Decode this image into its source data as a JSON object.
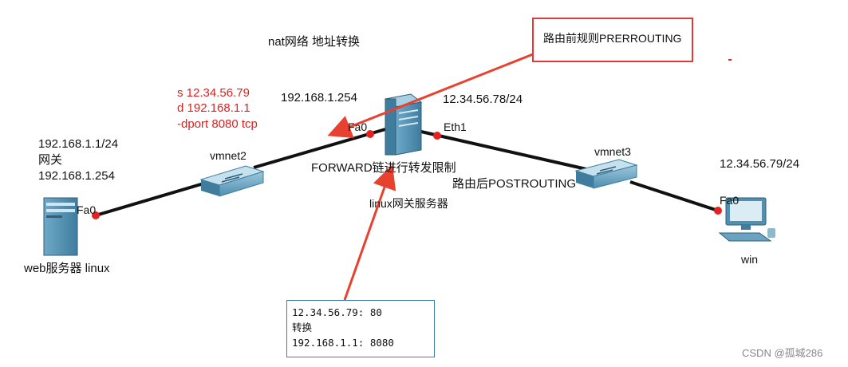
{
  "title": "nat网络 地址转换",
  "prerouting_label": "路由前规则PRERROUTING",
  "forward_label": "FORWARD链进行转发限制",
  "postrouting_label": "路由后POSTROUTING",
  "rule_text": {
    "line1": "s 12.34.56.79",
    "line2": "d 192.168.1.1",
    "line3": "-dport 8080 tcp"
  },
  "gateway_inner_ip": "192.168.1.254",
  "gateway_outer_ip": "12.34.56.78/24",
  "gateway_name": "linux网关服务器",
  "web_server": {
    "ip": "192.168.1.1/24",
    "gw_label": "网关",
    "gw_ip": "192.168.1.254",
    "port": "Fa0",
    "name": "web服务器 linux"
  },
  "switch_left": "vmnet2",
  "switch_right": "vmnet3",
  "port_gw_left": "Fa0",
  "port_gw_right": "Eth1",
  "win_client": {
    "ip": "12.34.56.79/24",
    "port": "Fa0",
    "name": "win"
  },
  "translation_box": {
    "line1": "12.34.56.79: 80",
    "line2": "转换",
    "line3": "192.168.1.1: 8080"
  },
  "watermark": "CSDN @孤城286",
  "colors": {
    "link": "#111111",
    "port_dot": "#e52222",
    "arrow": "#e8412f",
    "device": "#4f8fb0"
  }
}
